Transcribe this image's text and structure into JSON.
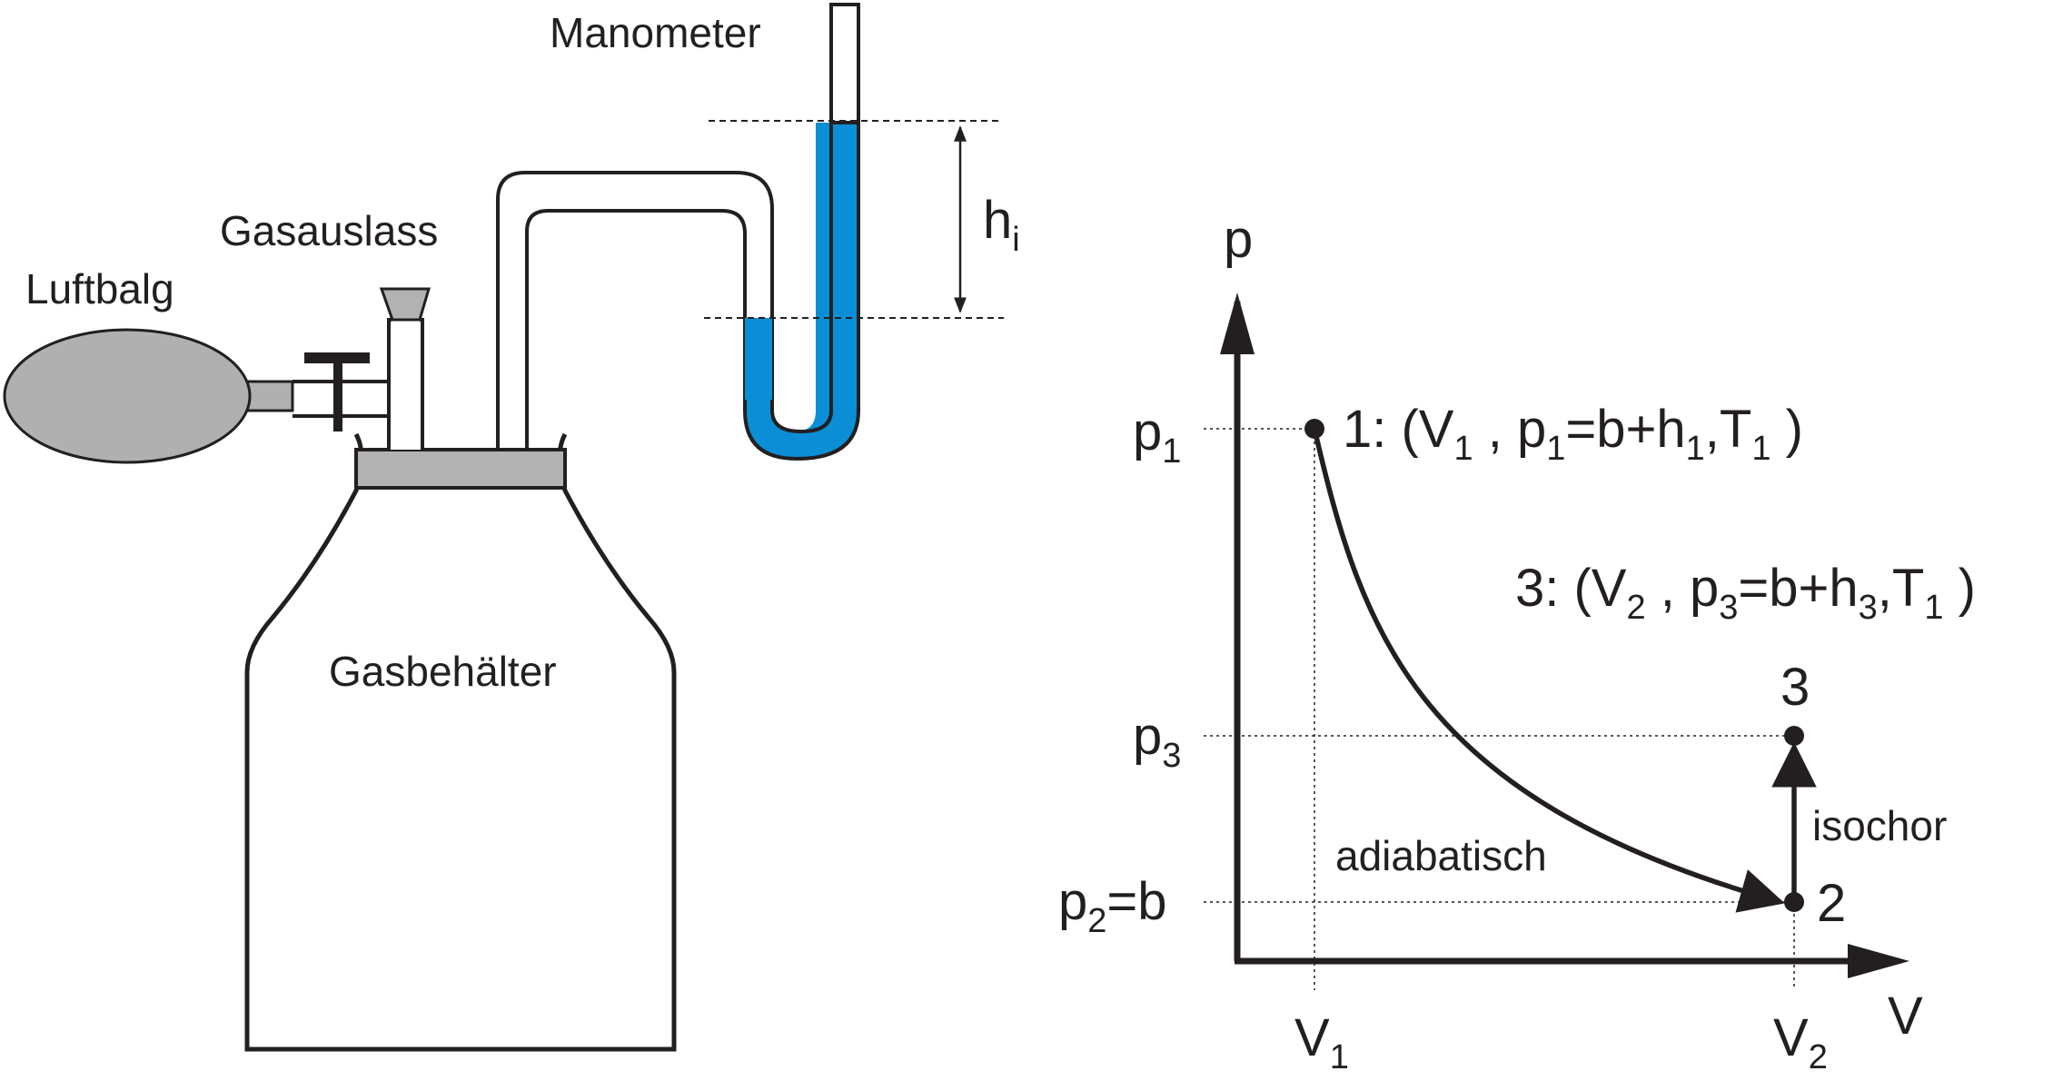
{
  "apparatus": {
    "manometer_label": "Manometer",
    "gas_outlet_label": "Gasauslass",
    "bulb_label": "Luftbalg",
    "container_label": "Gasbehälter",
    "height_symbol": "h",
    "height_subscript": "i"
  },
  "colors": {
    "liquid": "#0a8fd6",
    "gray_fill": "#b2b2b2",
    "bulb_fill": "#b0b0b0",
    "stroke": "#231f20"
  },
  "pv_diagram": {
    "p_axis_label": "p",
    "v_axis_label": "V",
    "p1": {
      "base": "p",
      "sub": "1"
    },
    "p3": {
      "base": "p",
      "sub": "3"
    },
    "p2": {
      "base": "p",
      "sub": "2",
      "suffix": "=b"
    },
    "v1": {
      "base": "V",
      "sub": "1"
    },
    "v2": {
      "base": "V",
      "sub": "2"
    },
    "state1": {
      "prefix": "1: (V",
      "sub_a": "1",
      "mid": " , p",
      "sub_b": "1",
      "eq": "=b+h",
      "sub_c": "1",
      "t": ",T",
      "sub_d": "1",
      "end": " )"
    },
    "state3": {
      "prefix": "3: (V",
      "sub_a": "2",
      "mid": " , p",
      "sub_b": "3",
      "eq": "=b+h",
      "sub_c": "3",
      "t": ",T",
      "sub_d": "1",
      "end": " )"
    },
    "point2_label": "2",
    "point3_label": "3",
    "adiabatic_label": "adiabatisch",
    "isochoric_label": "isochor"
  }
}
